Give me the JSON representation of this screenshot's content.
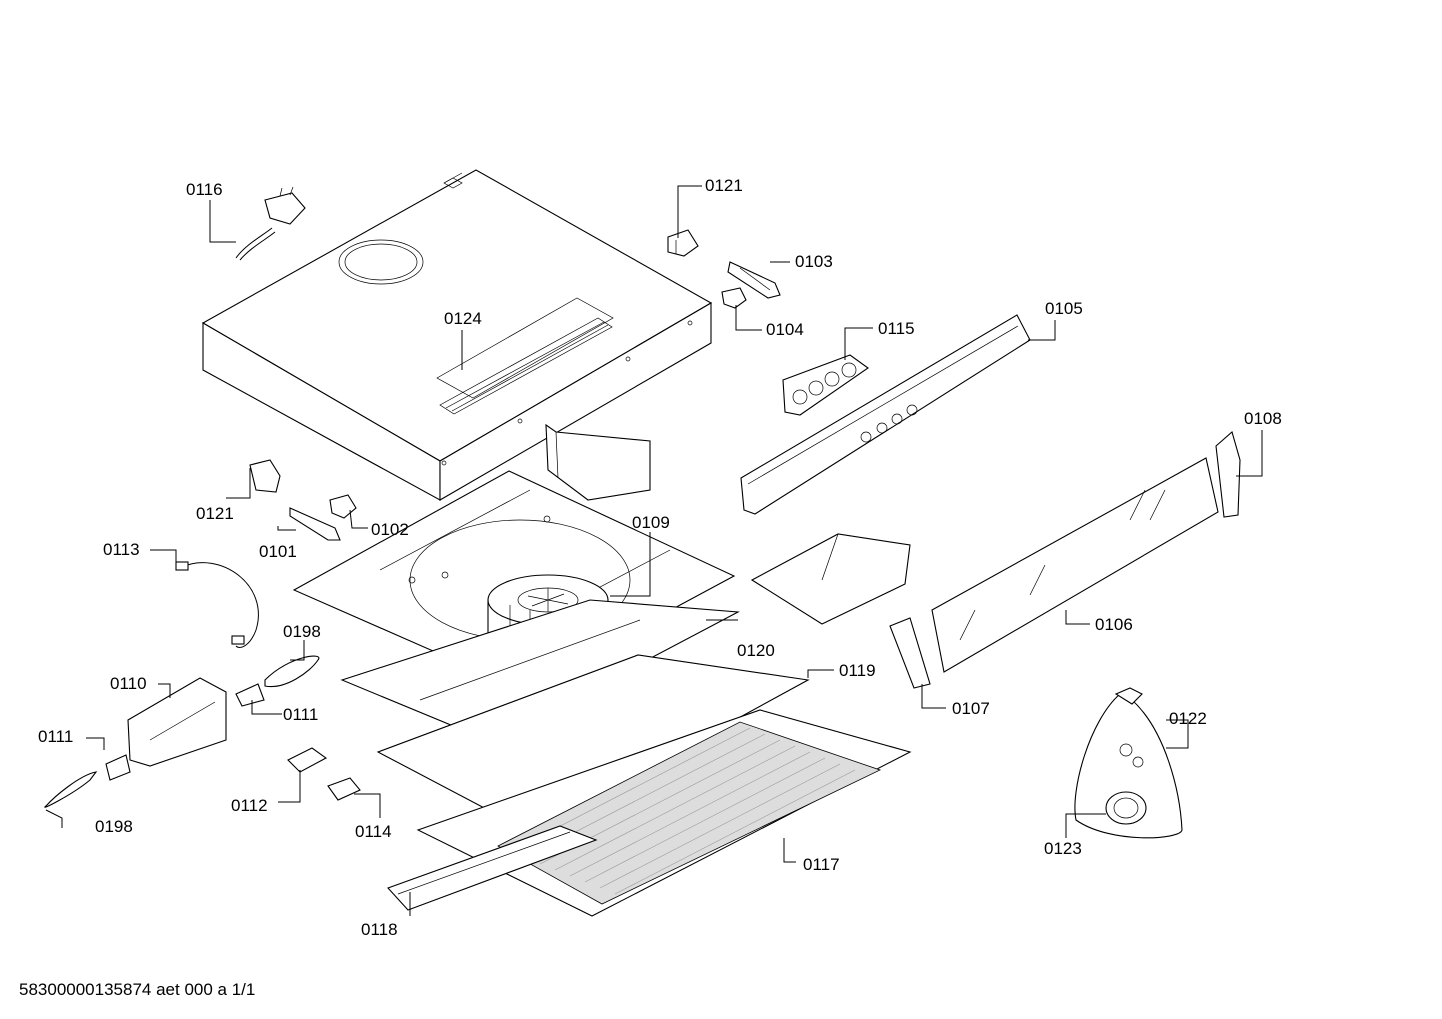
{
  "footer": {
    "text": "58300000135874 aet 000 a 1/1"
  },
  "callouts": {
    "c0116": "0116",
    "c0121a": "0121",
    "c0103": "0103",
    "c0104": "0104",
    "c0124": "0124",
    "c0115": "0115",
    "c0105": "0105",
    "c0108": "0108",
    "c0121b": "0121",
    "c0102": "0102",
    "c0101": "0101",
    "c0109": "0109",
    "c0113": "0113",
    "c0198a": "0198",
    "c0120": "0120",
    "c0106": "0106",
    "c0119": "0119",
    "c0110": "0110",
    "c0111a": "0111",
    "c0107": "0107",
    "c0122": "0122",
    "c0111b": "0111",
    "c0112": "0112",
    "c0114": "0114",
    "c0198b": "0198",
    "c0117": "0117",
    "c0123": "0123",
    "c0118": "0118"
  }
}
